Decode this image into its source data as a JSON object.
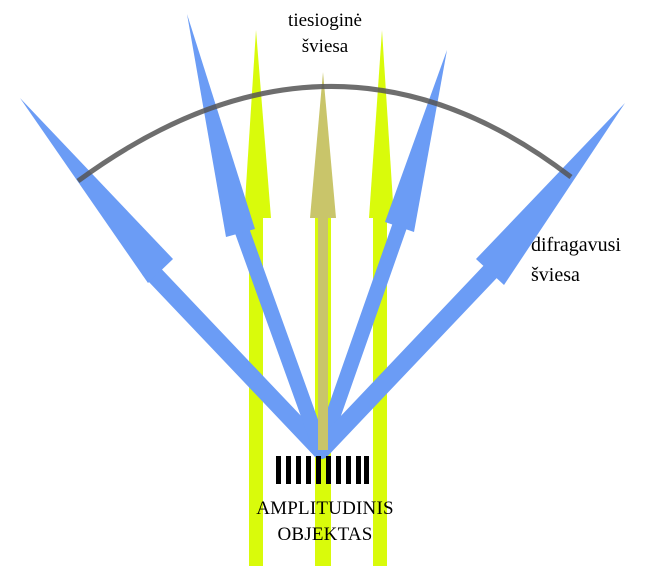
{
  "labels": {
    "direct_light": [
      "tiesioginė",
      "šviesa"
    ],
    "diffracted_light": [
      "difragavusi",
      "šviesa"
    ],
    "object": [
      "AMPLITUDINIS",
      "OBJEKTAS"
    ]
  },
  "colors": {
    "direct_beam": "#d9fb0b",
    "central_beam": "#c9c56a",
    "diffracted_beam": "#6b9cf5",
    "arc": "#555555",
    "grating": "#000000",
    "text": "#000000"
  },
  "icons": {
    "object": "grating-icon"
  }
}
